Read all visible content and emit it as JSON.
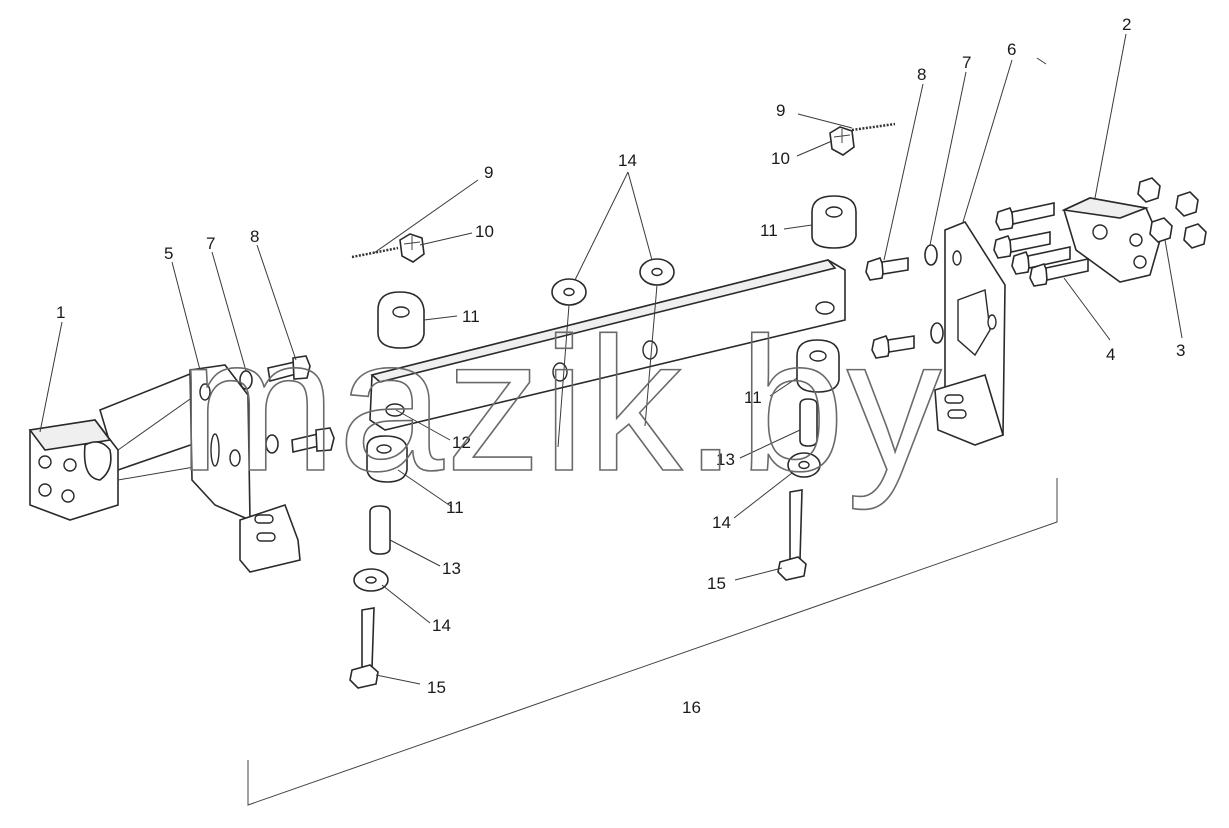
{
  "diagram": {
    "callouts": [
      "1",
      "2",
      "3",
      "4",
      "5",
      "6",
      "7",
      "7",
      "8",
      "8",
      "9",
      "9",
      "10",
      "10",
      "11",
      "11",
      "11",
      "11",
      "12",
      "13",
      "13",
      "14",
      "14",
      "14",
      "15",
      "15",
      "16"
    ],
    "watermark": "mazik.by"
  }
}
